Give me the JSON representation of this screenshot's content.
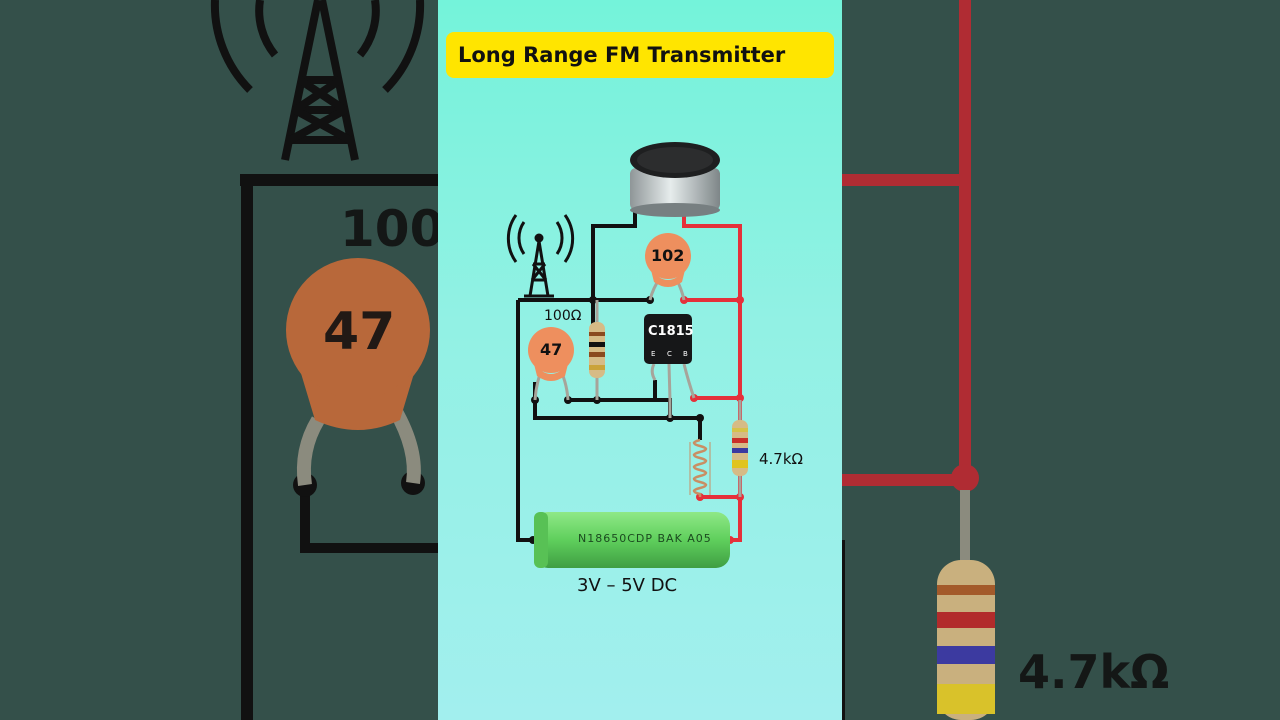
{
  "title": "Long Range FM Transmitter",
  "components": {
    "capacitor_top": "102",
    "capacitor_left": "47",
    "resistor_left": "100Ω",
    "resistor_right": "4.7kΩ",
    "transistor": "C1815",
    "transistor_pins": [
      "E",
      "C",
      "B"
    ],
    "battery": "N18650CDP BAK A05",
    "supply": "3V – 5V DC"
  },
  "background": {
    "left_resistor_fragment": "100",
    "left_capacitor": "47",
    "right_resistor": "4.7kΩ"
  },
  "colors": {
    "title_bar": "#ffe500",
    "panel_top": "#74f3da",
    "capacitor": "#ee8f5e",
    "wire_black": "#111111",
    "wire_red": "#e5303a",
    "battery": "#6cd36a"
  }
}
